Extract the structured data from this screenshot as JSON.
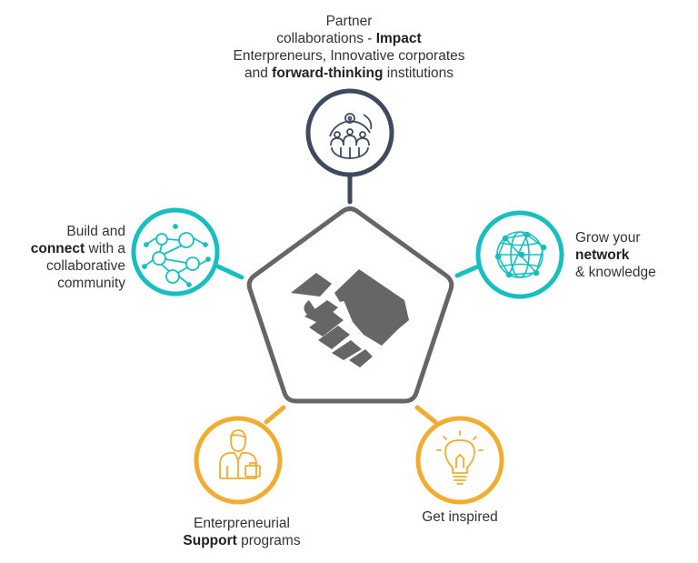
{
  "colors": {
    "navy": "#3f4a5f",
    "teal": "#17bfc0",
    "orange": "#f2ac30",
    "grey": "#666666"
  },
  "center": {
    "icon": "handshake-icon"
  },
  "nodes": {
    "partner": {
      "icon": "team-globe-gear-icon",
      "line1": "Partner",
      "line2_pre": "collaborations - ",
      "line2_bold": "Impact",
      "line3": "Enterpreneurs, Innovative corporates",
      "line4_pre": "and ",
      "line4_bold": "forward-thinking",
      "line4_post": " institutions"
    },
    "community": {
      "icon": "connected-people-icon",
      "line1": "Build and",
      "line2_bold": "connect",
      "line2_post": " with a",
      "line3": "collaborative",
      "line4": "community"
    },
    "network": {
      "icon": "network-globe-icon",
      "line1": "Grow your",
      "line2_bold": "network",
      "line3": "& knowledge"
    },
    "support": {
      "icon": "businessman-icon",
      "line1": "Enterpreneurial",
      "line2_bold": "Support",
      "line2_post": " programs"
    },
    "inspired": {
      "icon": "lightbulb-icon",
      "line1": "Get inspired"
    }
  }
}
